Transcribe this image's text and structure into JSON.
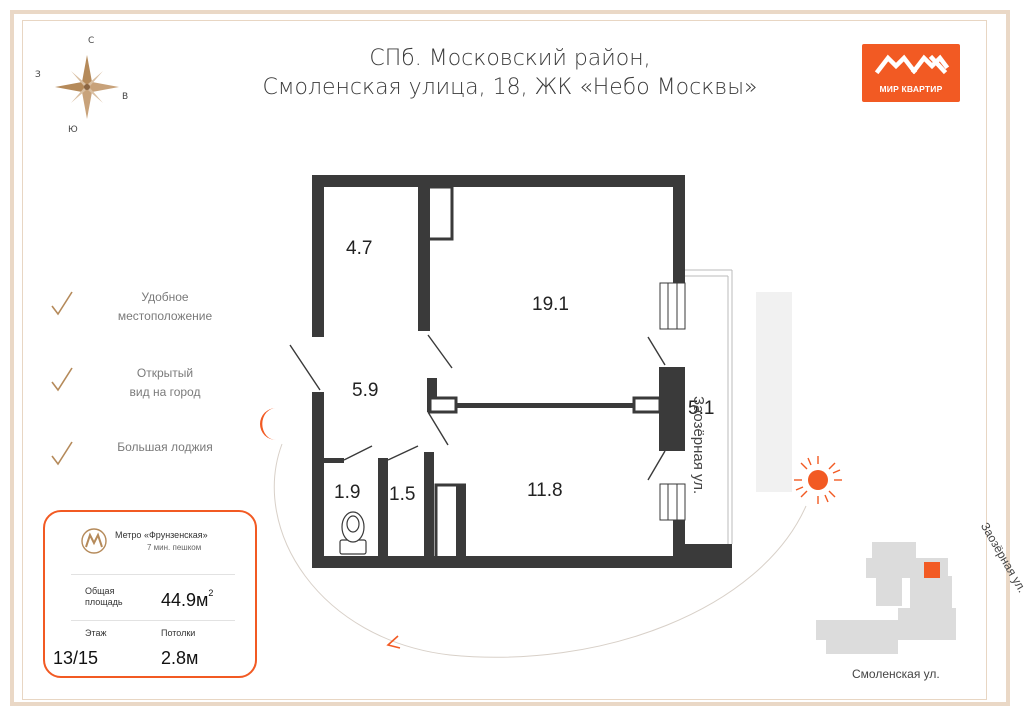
{
  "header": {
    "title_line1": "СПб. Московский район,",
    "title_line2": "Смоленская улица, 18, ЖК «Небо Москвы»"
  },
  "logo": {
    "text": "МИР КВАРТИР",
    "color": "#f25a23"
  },
  "compass": {
    "north": "С",
    "south": "Ю",
    "east": "В",
    "west": "З"
  },
  "features": [
    {
      "line1": "Удобное",
      "line2": "местоположение"
    },
    {
      "line1": "Открытый",
      "line2": "вид на город"
    },
    {
      "line1": "Большая лоджия",
      "line2": ""
    }
  ],
  "rooms": [
    {
      "id": "hall-storage",
      "area": "4.7"
    },
    {
      "id": "room-big",
      "area": "19.1"
    },
    {
      "id": "hallway",
      "area": "5.9"
    },
    {
      "id": "loggia",
      "area": "5.1"
    },
    {
      "id": "bathroom",
      "area": "1.9"
    },
    {
      "id": "toilet",
      "area": "1.5"
    },
    {
      "id": "kitchen",
      "area": "11.8"
    }
  ],
  "streets": {
    "vertical": "Заозёрная ул.",
    "minimap_vertical": "Заозёрная ул.",
    "minimap_horizontal": "Смоленская ул."
  },
  "info": {
    "metro_name": "Метро «Фрунзенская»",
    "metro_walk": "7 мин. пешком",
    "total_area_label_1": "Общая",
    "total_area_label_2": "площадь",
    "total_area_value": "44.9м",
    "total_area_unit_sup": "2",
    "floor_label": "Этаж",
    "floor_value": "13/15",
    "ceiling_label": "Потолки",
    "ceiling_value": "2.8м"
  },
  "colors": {
    "accent": "#f25a23",
    "wall": "#3a3a3a",
    "frame": "#ead8c6",
    "metro_gold": "#b58a5a"
  }
}
